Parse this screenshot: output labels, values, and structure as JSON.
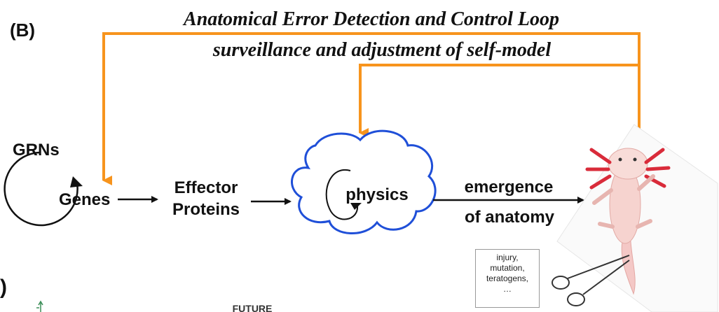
{
  "panel_label": "(B)",
  "title_line1": "Anatomical Error Detection and Control Loop",
  "title_line2": "surveillance and adjustment of self-model",
  "nodes": {
    "grns": "GRNs",
    "genes": "Genes",
    "effector_line1": "Effector",
    "effector_line2": "Proteins",
    "physics": "physics",
    "emergence_line1": "emergence",
    "emergence_line2": "of anatomy"
  },
  "perturbations": {
    "line1": "injury,",
    "line2": "mutation,",
    "line3": "teratogens,",
    "line4": "…"
  },
  "partial_text": {
    "left_paren": ")",
    "future": "FUTURE"
  },
  "colors": {
    "feedback_loop": "#F7941D",
    "cloud_outline": "#1F4FD8",
    "text": "#111111"
  }
}
